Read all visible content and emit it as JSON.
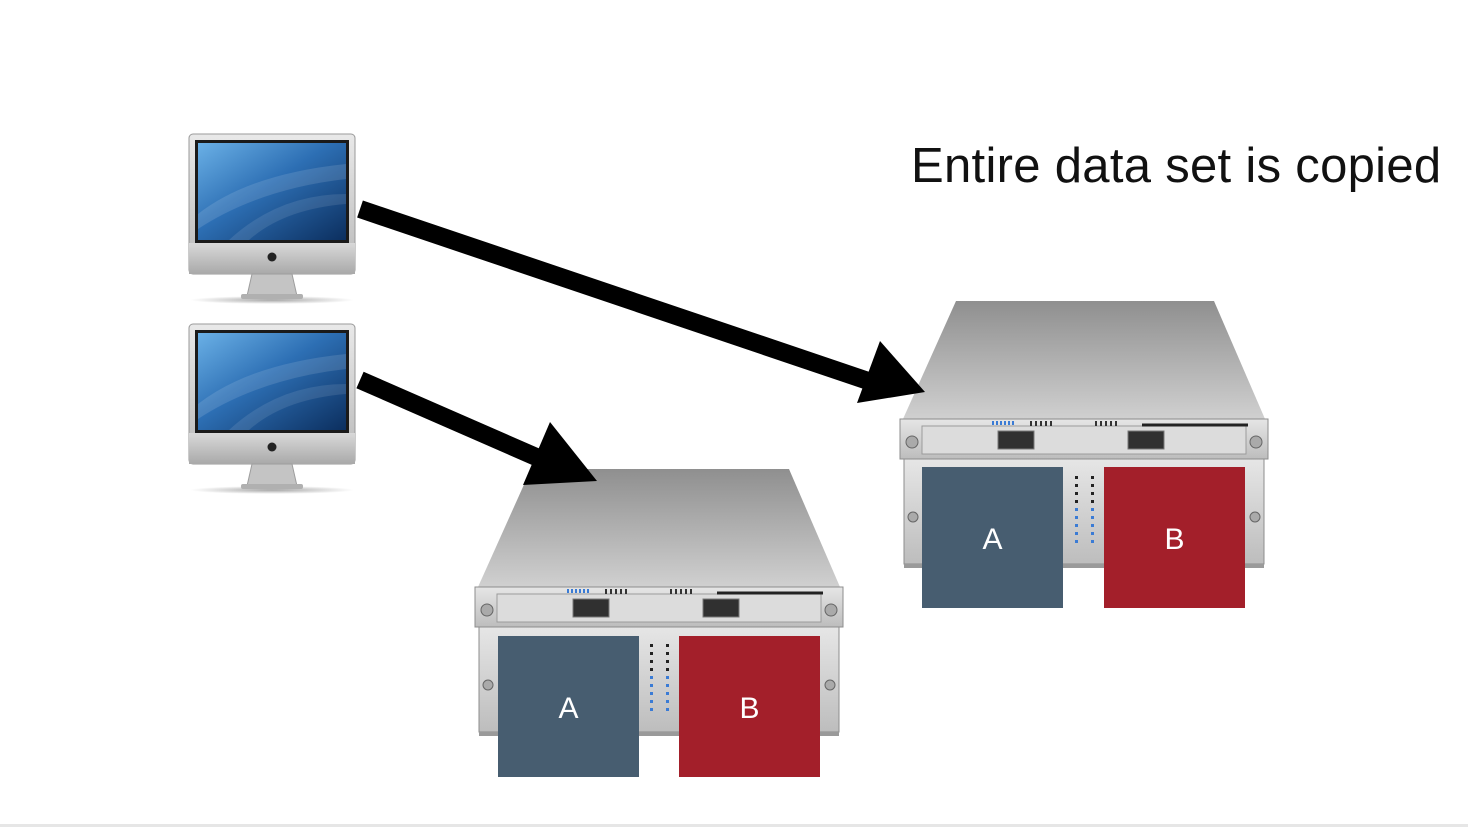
{
  "caption": "Entire data set is copied",
  "servers": [
    {
      "id": "server-1",
      "partitions": [
        {
          "label": "A",
          "color": "#475d70"
        },
        {
          "label": "B",
          "color": "#a31f2a"
        }
      ]
    },
    {
      "id": "server-2",
      "partitions": [
        {
          "label": "A",
          "color": "#475d70"
        },
        {
          "label": "B",
          "color": "#a31f2a"
        }
      ]
    }
  ],
  "clients": [
    {
      "id": "client-1",
      "icon": "imac-icon"
    },
    {
      "id": "client-2",
      "icon": "imac-icon"
    }
  ],
  "colors": {
    "arrow": "#000000",
    "screen": "#2d6fb4",
    "chassis": "#c9c9c9",
    "server_top": "#a9a9a9"
  }
}
